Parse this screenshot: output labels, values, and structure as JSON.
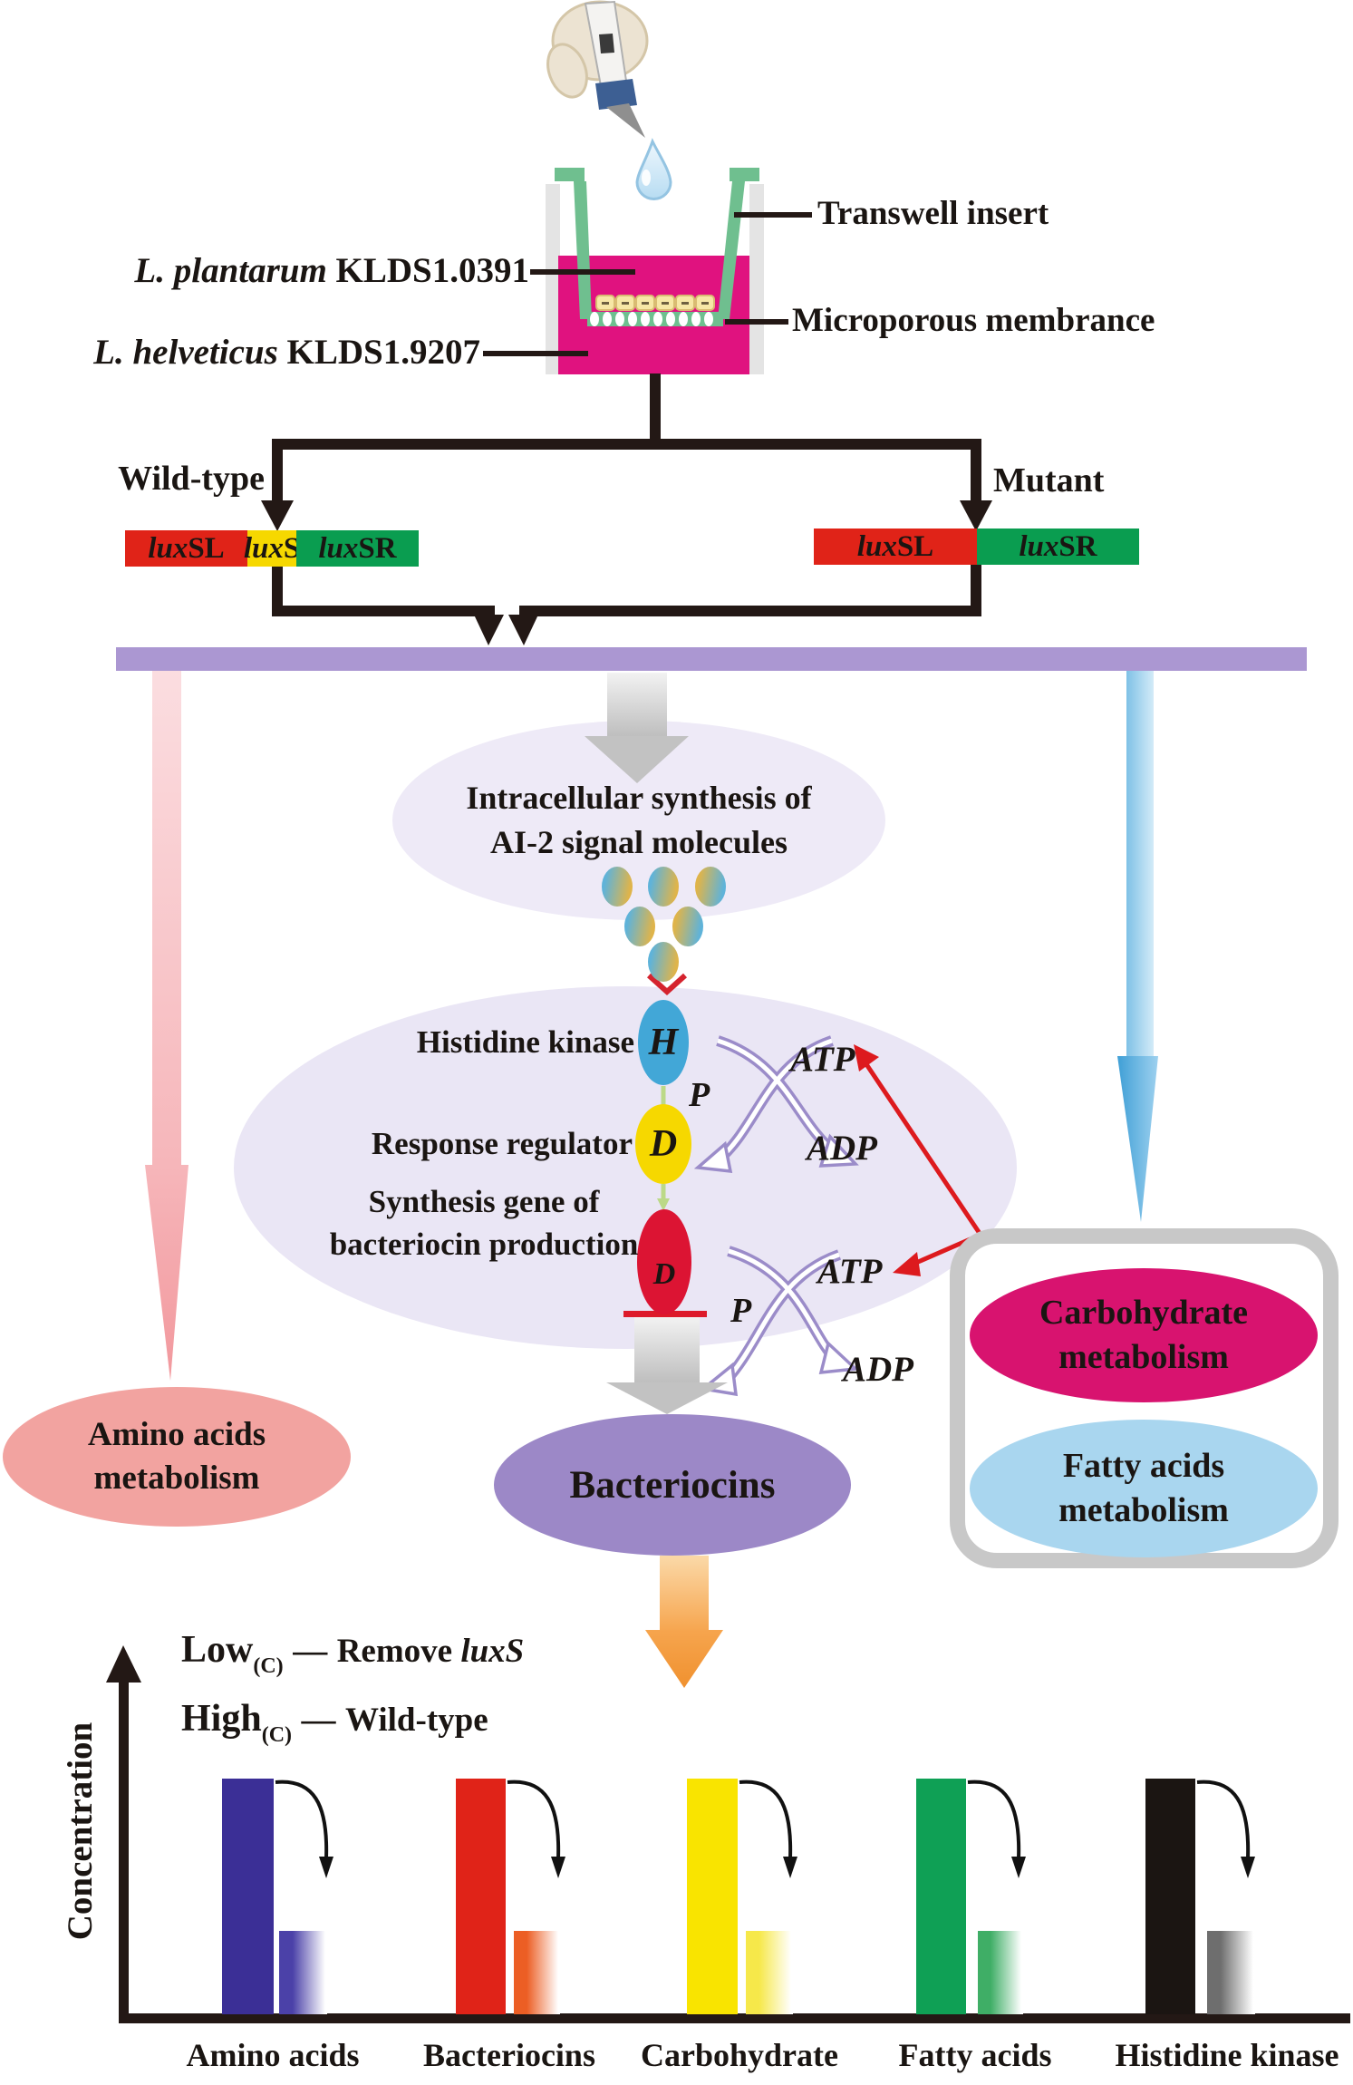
{
  "apparatus": {
    "species1_italic": "L. plantarum ",
    "species1_strain": "KLDS1.0391",
    "species2_italic": "L. helveticus ",
    "species2_strain": "KLDS1.9207",
    "transwell_label": "Transwell insert",
    "membrane_label": "Microporous membrance"
  },
  "branches": {
    "wild_type": "Wild-type",
    "mutant": "Mutant"
  },
  "genes": {
    "wild": [
      {
        "prefix": "lux",
        "suffix": "SL",
        "color": "#e02318"
      },
      {
        "prefix": "lux",
        "suffix": "S",
        "color": "#f6d800"
      },
      {
        "prefix": "lux",
        "suffix": "SR",
        "color": "#0a9d50"
      }
    ],
    "mutant": [
      {
        "prefix": "lux",
        "suffix": "SL",
        "color": "#e02318"
      },
      {
        "prefix": "lux",
        "suffix": "SR",
        "color": "#0a9d50"
      }
    ]
  },
  "pathway": {
    "intracellular_line1": "Intracellular synthesis of",
    "intracellular_line2": "AI-2 signal molecules",
    "histidine_kinase": "Histidine kinase",
    "h_letter": "H",
    "response_regulator": "Response regulator",
    "d_letter": "D",
    "synthesis_line1": "Synthesis gene of",
    "synthesis_line2": "bacteriocin production",
    "d2_letter": "D",
    "atp": "ATP",
    "adp": "ADP",
    "p": "P",
    "node_colors": {
      "h": "#42a7d7",
      "d": "#f6d800",
      "d2": "#dc1433"
    },
    "ellipse_colors": {
      "signal_cell": "#eae6f5",
      "intracellular": "#eeeaf7"
    }
  },
  "metabolism": {
    "amino_line1": "Amino acids",
    "amino_line2": "metabolism",
    "amino_color": "#f2a3a0",
    "bacteriocins": "Bacteriocins",
    "bacteriocins_color": "#9c88c7",
    "carb_line1": "Carbohydrate",
    "carb_line2": "metabolism",
    "carb_color": "#d8136f",
    "fatty_line1": "Fatty acids",
    "fatty_line2": "metabolism",
    "fatty_color": "#a9d6ef"
  },
  "legend": {
    "low": "Low",
    "low_sub": "(C)",
    "low_dash": "—",
    "low_desc_plain": "Remove ",
    "low_desc_gene": "luxS",
    "high": "High",
    "high_sub": "(C)",
    "high_dash": "—",
    "high_desc": "Wild-type"
  },
  "chart_data": {
    "type": "bar",
    "title": "",
    "xlabel": "",
    "ylabel": "Concentration",
    "categories": [
      "Amino acids",
      "Bacteriocins",
      "Carbohydrate",
      "Fatty acids",
      "Histidine kinase"
    ],
    "series": [
      {
        "name": "High (Wild-type)",
        "values": [
          1.0,
          1.0,
          1.0,
          1.0,
          1.0
        ],
        "colors": [
          "#3b2f96",
          "#e02318",
          "#f9e400",
          "#0fa055",
          "#1b1512"
        ]
      },
      {
        "name": "Low (Remove luxS)",
        "values": [
          0.355,
          0.355,
          0.355,
          0.355,
          0.355
        ],
        "colors": [
          "#4b41a8",
          "#ec5e24",
          "#f6e84a",
          "#3fae66",
          "#6e6e6e"
        ]
      }
    ],
    "ylim": [
      0,
      1.1
    ],
    "grid": false,
    "legend_position": "top-left",
    "note": "qualitative diagram chart: wild-type bars high, luxS-removed bars low"
  },
  "misc_colors": {
    "connector_black": "#231815",
    "purple_bar": "#ab97d2",
    "medium_magenta": "#e0127f",
    "insert_green": "#6fbf8f",
    "cycle_purple": "#9b8cc9",
    "inhibit_red": "#dd1a2a"
  }
}
